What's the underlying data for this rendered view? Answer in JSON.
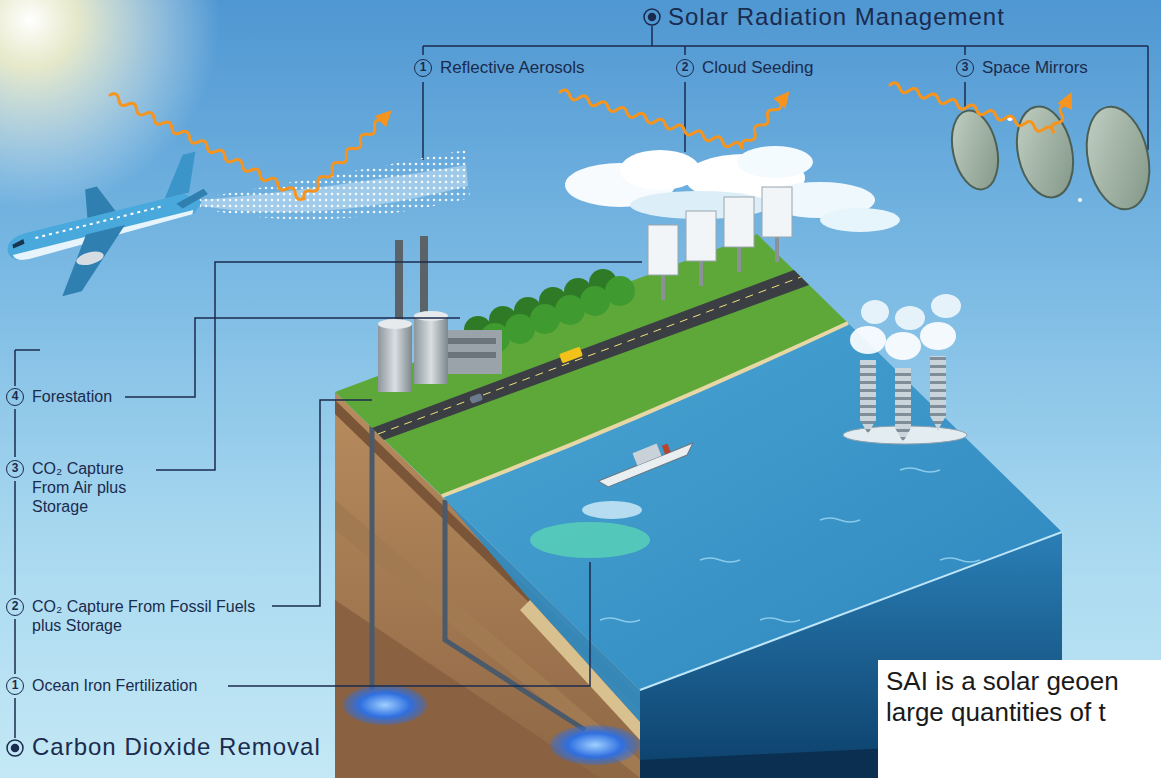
{
  "diagram": {
    "nodes": [
      {
        "text": [
          "SAI is a solar geoen large quantities of t"
        ]
      }
    ],
    "labels": [
      "Solar Radiation Management",
      "1",
      "Reflective Aerosols",
      "2",
      "Cloud Seeding",
      "3",
      "Space Mirrors",
      "4",
      "Forestation",
      "3",
      "CO₂ Capture From Air plus Storage",
      "2",
      "CO₂ Capture From Fossil Fuels plus Storage",
      "1",
      "Ocean Iron Fertilization",
      "Carbon Dioxide Removal"
    ]
  }
}
